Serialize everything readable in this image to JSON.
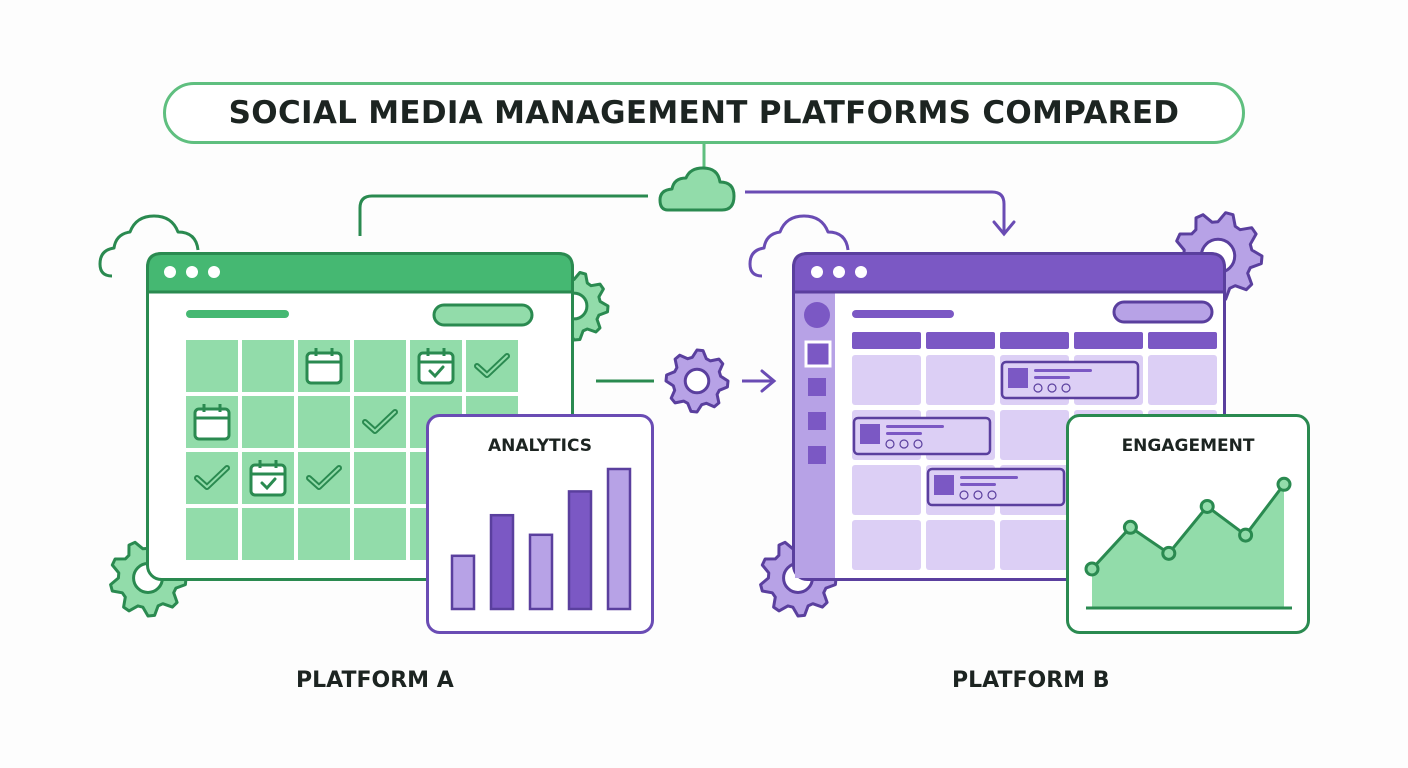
{
  "title": "SOCIAL MEDIA MANAGEMENT PLATFORMS COMPARED",
  "colors": {
    "green_dark": "#2a8a50",
    "green_mid": "#45b872",
    "green_light": "#92dcaa",
    "purple_dark": "#5a3f9e",
    "purple_mid": "#7b58c4",
    "purple_light": "#b7a2e6",
    "purple_pale": "#dccff5",
    "text": "#1c2421"
  },
  "platform_a": {
    "label": "PLATFORM A",
    "calendar_rows": 4,
    "calendar_cols": 6,
    "calendar_marks": [
      {
        "row": 0,
        "col": 2,
        "type": "calendar"
      },
      {
        "row": 0,
        "col": 4,
        "type": "calendar-check"
      },
      {
        "row": 0,
        "col": 5,
        "type": "check"
      },
      {
        "row": 1,
        "col": 0,
        "type": "calendar"
      },
      {
        "row": 1,
        "col": 3,
        "type": "check"
      },
      {
        "row": 2,
        "col": 0,
        "type": "check"
      },
      {
        "row": 2,
        "col": 1,
        "type": "calendar-check"
      },
      {
        "row": 2,
        "col": 2,
        "type": "check"
      }
    ],
    "analytics": {
      "title": "ANALYTICS",
      "bars": [
        0.38,
        0.67,
        0.53,
        0.84,
        1.0
      ]
    }
  },
  "platform_b": {
    "label": "PLATFORM B",
    "calendar_rows": 4,
    "calendar_cols": 5,
    "engagement": {
      "title": "ENGAGEMENT",
      "points": [
        0.3,
        0.62,
        0.42,
        0.78,
        0.56,
        0.95
      ]
    }
  }
}
